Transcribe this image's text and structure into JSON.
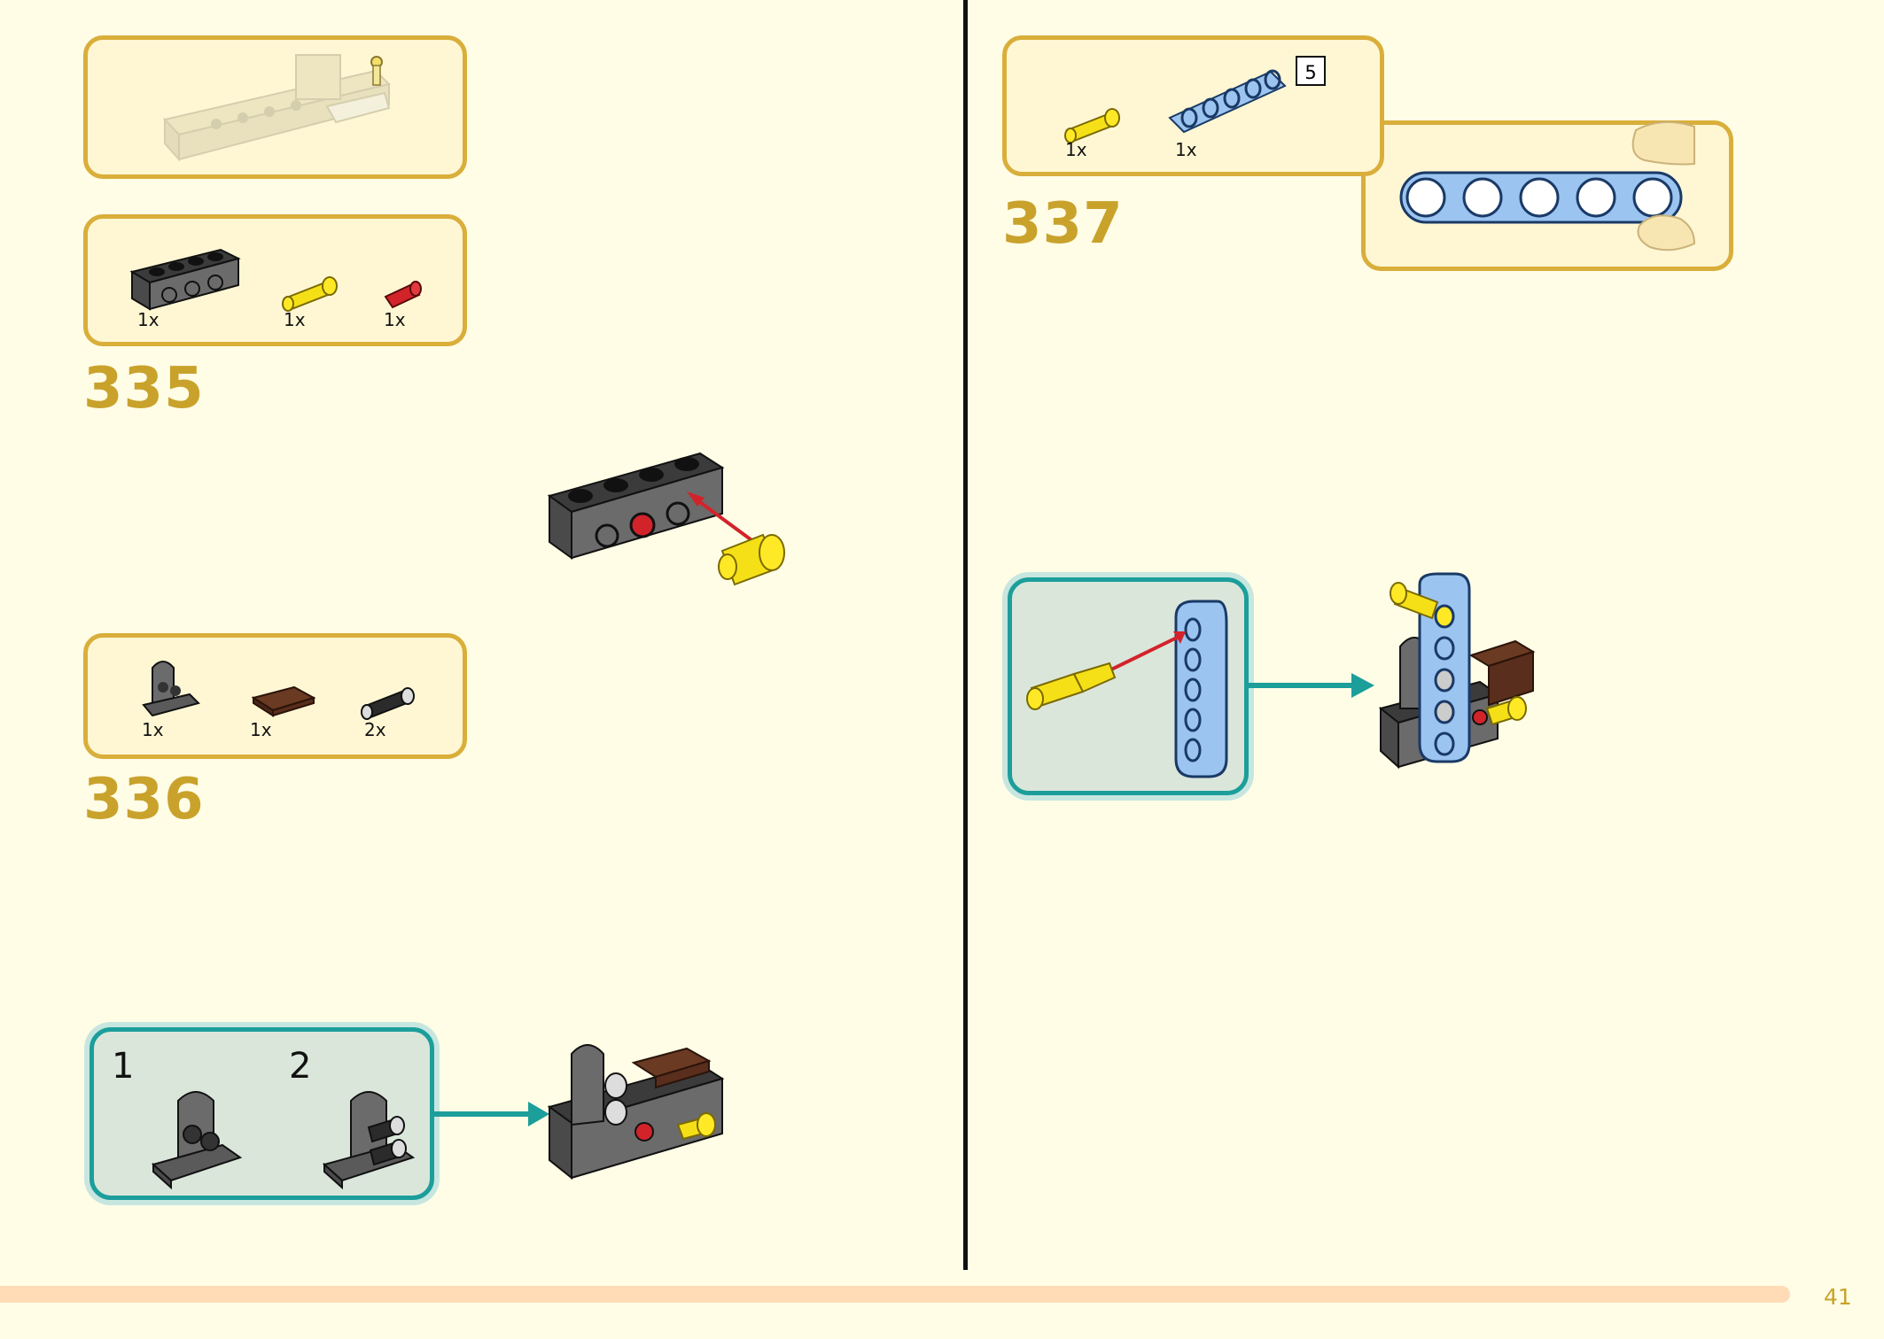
{
  "page": {
    "number": "41",
    "progress_fraction": 0.95
  },
  "steps": [
    {
      "number": "335",
      "parts": [
        {
          "qty": "1x",
          "part": "black-technic-brick-1x4"
        },
        {
          "qty": "1x",
          "part": "yellow-pin"
        },
        {
          "qty": "1x",
          "part": "red-pin"
        }
      ]
    },
    {
      "number": "336",
      "parts": [
        {
          "qty": "1x",
          "part": "dark-gray-bracket"
        },
        {
          "qty": "1x",
          "part": "brown-tile"
        },
        {
          "qty": "2x",
          "part": "black-pin"
        }
      ],
      "substeps": [
        "1",
        "2"
      ]
    },
    {
      "number": "337",
      "parts": [
        {
          "qty": "1x",
          "part": "yellow-pin"
        },
        {
          "qty": "1x",
          "part": "light-blue-beam-5",
          "length": "5"
        }
      ]
    }
  ],
  "colors": {
    "background": "#fffde6",
    "callout_border": "#d9ae3a",
    "callout_fill": "#fff7d4",
    "substep_border": "#1c9e9b",
    "substep_fill": "#dbe6db",
    "step_number": "#c9a22c",
    "arrow_red": "#d2232a",
    "progress_bar": "#ffdcb5"
  }
}
